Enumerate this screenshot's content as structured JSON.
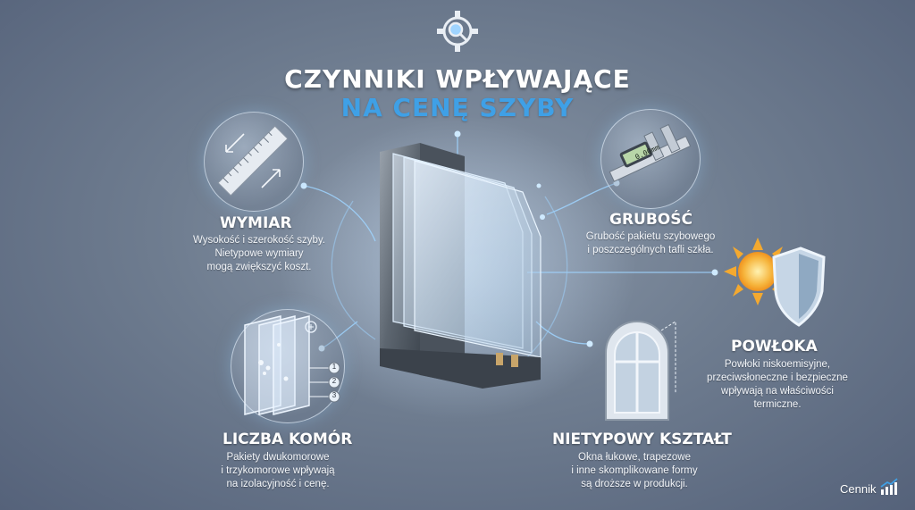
{
  "title": {
    "line1": "CZYNNIKI WPŁYWAJĄCE",
    "line2": "NA CENĘ SZYBY"
  },
  "factors": {
    "size": {
      "heading": "WYMIAR",
      "desc": [
        "Wysokość i szerokość szyby.",
        "Nietypowe wymiary",
        "mogą zwiększyć koszt."
      ],
      "icon": "ruler-icon"
    },
    "thickness": {
      "heading": "GRUBOŚĆ",
      "desc": [
        "Grubość pakietu szybowego",
        "i poszczególnych tafli szkła."
      ],
      "icon": "caliper-icon",
      "caliper_readout": "0.00mm"
    },
    "coating": {
      "heading": "POWŁOKA",
      "desc": [
        "Powłoki niskoemisyjne,",
        "przeciwsłoneczne i bezpieczne",
        "wpływają na właściwości",
        "termiczne."
      ],
      "icon": "sun-shield-icon"
    },
    "chambers": {
      "heading": "LICZBA KOMÓR",
      "desc": [
        "Pakiety dwukomorowe",
        "i trzykomorowe wpływają",
        "na izolacyjność i cenę."
      ],
      "icon": "glass-chambers-icon",
      "markers": [
        "1",
        "2",
        "3"
      ]
    },
    "shape": {
      "heading": "NIETYPOWY KSZTAŁT",
      "desc": [
        "Okna łukowe, trapezowe",
        "i inne skomplikowane formy",
        "są droższe w produkcji."
      ],
      "icon": "arched-window-icon"
    }
  },
  "footer": {
    "label": "Cennik",
    "icon": "chart-growth-icon"
  },
  "colors": {
    "accent": "#3fa0e6",
    "text": "#ffffff",
    "connector": "#9fd4ff"
  }
}
